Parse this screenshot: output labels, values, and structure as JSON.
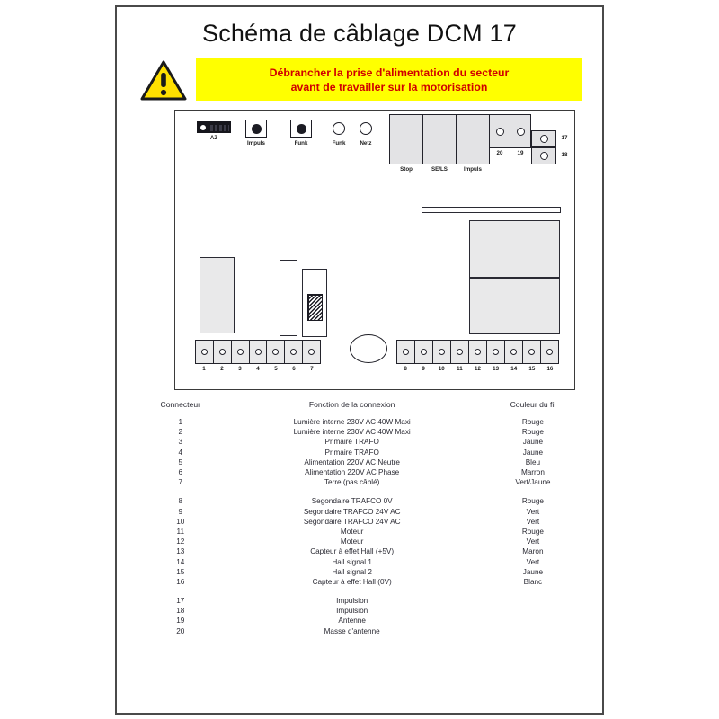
{
  "title": "Schéma de câblage DCM 17",
  "warning": {
    "icon": "warning-triangle-icon",
    "line1": "Débrancher la prise d'alimentation du secteur",
    "line2": "avant de travailler sur la motorisation",
    "background_color": "#ffff00",
    "text_color": "#d00000"
  },
  "board": {
    "display_label": "AZ",
    "buttons": [
      {
        "label": "Impuls"
      },
      {
        "label": "Funk"
      }
    ],
    "leds": [
      {
        "label": "Funk"
      },
      {
        "label": "Netz"
      }
    ],
    "connector_blocks": [
      {
        "label": "Stop"
      },
      {
        "label": "SE/LS"
      },
      {
        "label": "Impuls"
      }
    ],
    "small_terminals": [
      {
        "label": "20"
      },
      {
        "label": "19"
      }
    ],
    "side_terminals": [
      {
        "label": "17"
      },
      {
        "label": "18"
      }
    ],
    "strip_left": [
      "1",
      "2",
      "3",
      "4",
      "5",
      "6",
      "7"
    ],
    "strip_right": [
      "8",
      "9",
      "10",
      "11",
      "12",
      "13",
      "14",
      "15",
      "16"
    ]
  },
  "table": {
    "headers": [
      "Connecteur",
      "Fonction de la connexion",
      "Couleur du fil"
    ],
    "groups": [
      {
        "rows": [
          {
            "connector": "1",
            "function": "Lumière interne 230V AC 40W Maxi",
            "color": "Rouge"
          },
          {
            "connector": "2",
            "function": "Lumière interne 230V AC 40W Maxi",
            "color": "Rouge"
          },
          {
            "connector": "3",
            "function": "Primaire TRAFO",
            "color": "Jaune"
          },
          {
            "connector": "4",
            "function": "Primaire TRAFO",
            "color": "Jaune"
          },
          {
            "connector": "5",
            "function": "Alimentation 220V AC Neutre",
            "color": "Bleu"
          },
          {
            "connector": "6",
            "function": "Alimentation 220V AC Phase",
            "color": "Marron"
          },
          {
            "connector": "7",
            "function": "Terre (pas câblé)",
            "color": "Vert/Jaune"
          }
        ]
      },
      {
        "rows": [
          {
            "connector": "8",
            "function": "Segondaire TRAFCO 0V",
            "color": "Rouge"
          },
          {
            "connector": "9",
            "function": "Segondaire TRAFCO 24V AC",
            "color": "Vert"
          },
          {
            "connector": "10",
            "function": "Segondaire TRAFCO 24V AC",
            "color": "Vert"
          },
          {
            "connector": "11",
            "function": "Moteur",
            "color": "Rouge"
          },
          {
            "connector": "12",
            "function": "Moteur",
            "color": "Vert"
          },
          {
            "connector": "13",
            "function": "Capteur à effet Hall (+5V)",
            "color": "Maron"
          },
          {
            "connector": "14",
            "function": "Hall signal 1",
            "color": "Vert"
          },
          {
            "connector": "15",
            "function": "Hall signal 2",
            "color": "Jaune"
          },
          {
            "connector": "16",
            "function": "Capteur à effet Hall (0V)",
            "color": "Blanc"
          }
        ]
      },
      {
        "rows": [
          {
            "connector": "17",
            "function": "Impulsion",
            "color": ""
          },
          {
            "connector": "18",
            "function": "Impulsion",
            "color": ""
          },
          {
            "connector": "19",
            "function": "Antenne",
            "color": ""
          },
          {
            "connector": "20",
            "function": "Masse d'antenne",
            "color": ""
          }
        ]
      }
    ]
  }
}
